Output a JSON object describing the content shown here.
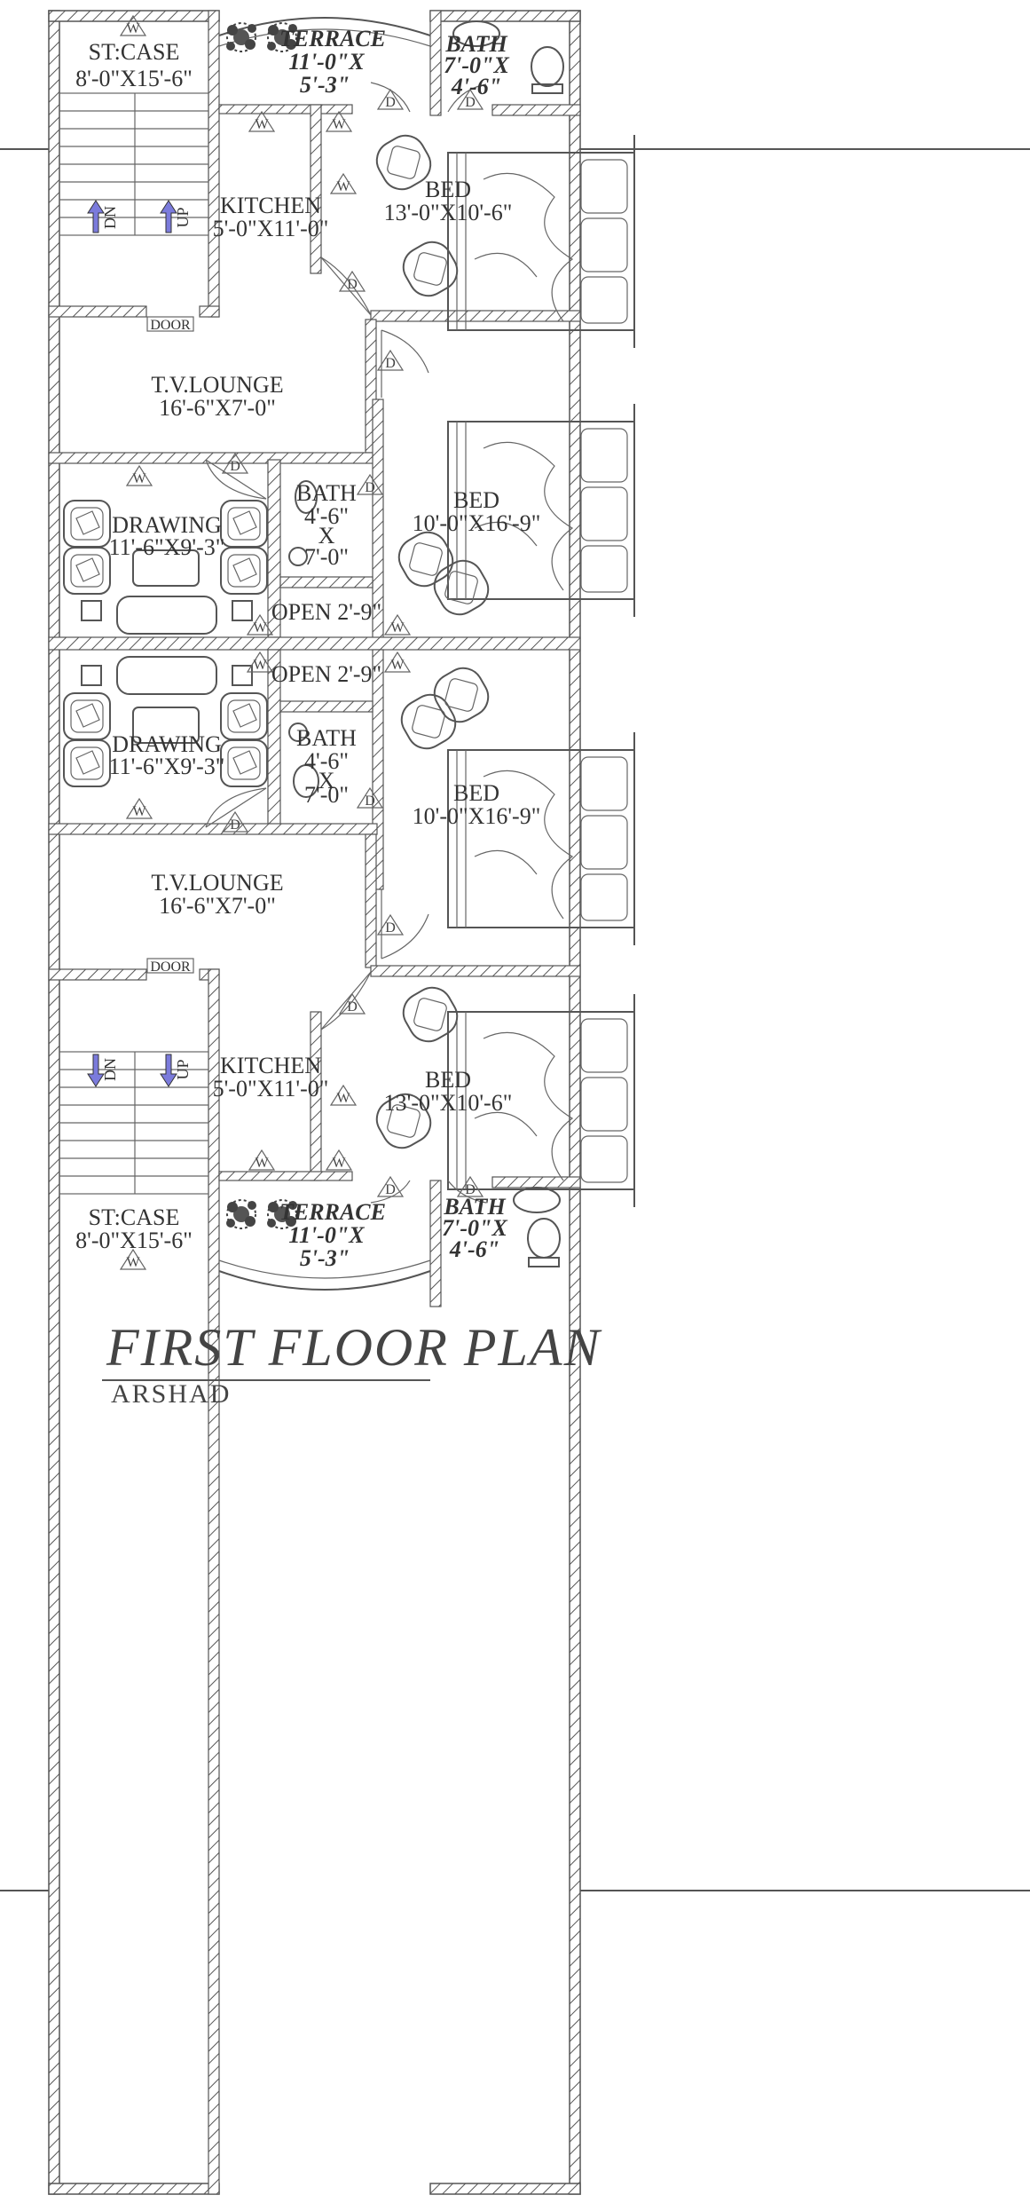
{
  "drawing": {
    "title": "FIRST  FLOOR PLAN",
    "owner": "ARSHAD"
  },
  "rooms": {
    "stair_top": {
      "name": "ST:CASE",
      "size": "8'-0\"X15'-6\""
    },
    "terrace_top": {
      "name": "TERRACE",
      "size_a": "11'-0\"X",
      "size_b": "5'-3\""
    },
    "bath_top_right": {
      "name": "BATH",
      "size_a": "7'-0\"X",
      "size_b": "4'-6\""
    },
    "kitchen_top": {
      "name": "KITCHEN",
      "size": "5'-0\"X11'-0\""
    },
    "bed_top": {
      "name": "BED",
      "size": "13'-0\"X10'-6\""
    },
    "lounge_top": {
      "name": "T.V.LOUNGE",
      "size": "16'-6\"X7'-0\""
    },
    "drawing_top": {
      "name": "DRAWING",
      "size": "11'-6\"X9'-3\""
    },
    "bath_mid_top": {
      "name": "BATH",
      "size_a": "4'-6\"",
      "size_x": "X",
      "size_b": "7'-0\""
    },
    "bed_mid_top": {
      "name": "BED",
      "size": "10'-0\"X16'-9\""
    },
    "open_top": {
      "name": "OPEN 2'-9\""
    },
    "open_bottom": {
      "name": "OPEN 2'-9\""
    },
    "drawing_bottom": {
      "name": "DRAWING",
      "size": "11'-6\"X9'-3\""
    },
    "bath_mid_bottom": {
      "name": "BATH",
      "size_a": "4'-6\"",
      "size_x": "X",
      "size_b": "7'-0\""
    },
    "bed_mid_bottom": {
      "name": "BED",
      "size": "10'-0\"X16'-9\""
    },
    "lounge_bottom": {
      "name": "T.V.LOUNGE",
      "size": "16'-6\"X7'-0\""
    },
    "kitchen_bottom": {
      "name": "KITCHEN",
      "size": "5'-0\"X11'-0\""
    },
    "bed_bottom": {
      "name": "BED",
      "size": "13'-0\"X10'-6\""
    },
    "stair_bottom": {
      "name": "ST:CASE",
      "size": "8'-0\"X15'-6\""
    },
    "terrace_bottom": {
      "name": "TERRACE",
      "size_a": "11'-0\"X",
      "size_b": "5'-3\""
    },
    "bath_bottom_right": {
      "name": "BATH",
      "size_a": "7'-0\"X",
      "size_b": "4'-6\""
    }
  },
  "labels": {
    "door": "DOOR",
    "stair_down": "DN",
    "stair_up": "UP",
    "door_tag": "D",
    "window_tag": "W"
  },
  "colors": {
    "wall": "#555555",
    "arrow": "#7b7bdc"
  }
}
